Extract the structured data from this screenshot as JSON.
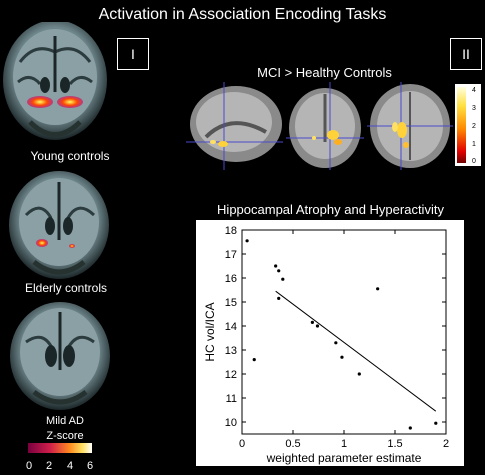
{
  "header": {
    "title": "Activation in Association Encoding Tasks"
  },
  "panels": {
    "left": {
      "badge": "I"
    },
    "right": {
      "badge": "II"
    }
  },
  "captions": {
    "young": "Young controls",
    "elderly": "Elderly controls",
    "mild_ad": "Mild AD",
    "zscore": "Z-score",
    "mci": "MCI > Healthy Controls"
  },
  "colorbars": {
    "zscore_ticks": [
      "0",
      "2",
      "4",
      "6"
    ],
    "mci_ticks": [
      "4",
      "3",
      "2",
      "1",
      "0"
    ]
  },
  "colors": {
    "hot_low": "#8b0000",
    "hot_mid": "#ff3b00",
    "hot_high": "#ffff60",
    "z_low": "#7a0040",
    "z_high": "#ffffff"
  },
  "chart_data": {
    "type": "scatter",
    "title": "Hippocampal Atrophy and Hyperactivity",
    "xlabel": "weighted parameter estimate",
    "ylabel": "HC vol/ICA",
    "xlim": [
      0,
      2
    ],
    "ylim": [
      9.5,
      18
    ],
    "xticks": [
      "0",
      "0.5",
      "1",
      "1.5",
      "2"
    ],
    "yticks": [
      "10",
      "11",
      "12",
      "13",
      "14",
      "15",
      "16",
      "17",
      "18"
    ],
    "points": [
      {
        "x": 0.05,
        "y": 17.55
      },
      {
        "x": 0.12,
        "y": 12.6
      },
      {
        "x": 0.33,
        "y": 16.5
      },
      {
        "x": 0.36,
        "y": 16.3
      },
      {
        "x": 0.36,
        "y": 15.15
      },
      {
        "x": 0.4,
        "y": 15.95
      },
      {
        "x": 0.69,
        "y": 14.15
      },
      {
        "x": 0.74,
        "y": 14.0
      },
      {
        "x": 0.92,
        "y": 13.3
      },
      {
        "x": 0.98,
        "y": 12.7
      },
      {
        "x": 1.15,
        "y": 12.0
      },
      {
        "x": 1.33,
        "y": 15.55
      },
      {
        "x": 1.65,
        "y": 9.75
      },
      {
        "x": 1.9,
        "y": 9.95
      }
    ],
    "fit_line": {
      "x": [
        0.33,
        1.9
      ],
      "y": [
        15.45,
        10.45
      ]
    },
    "grid": false
  }
}
